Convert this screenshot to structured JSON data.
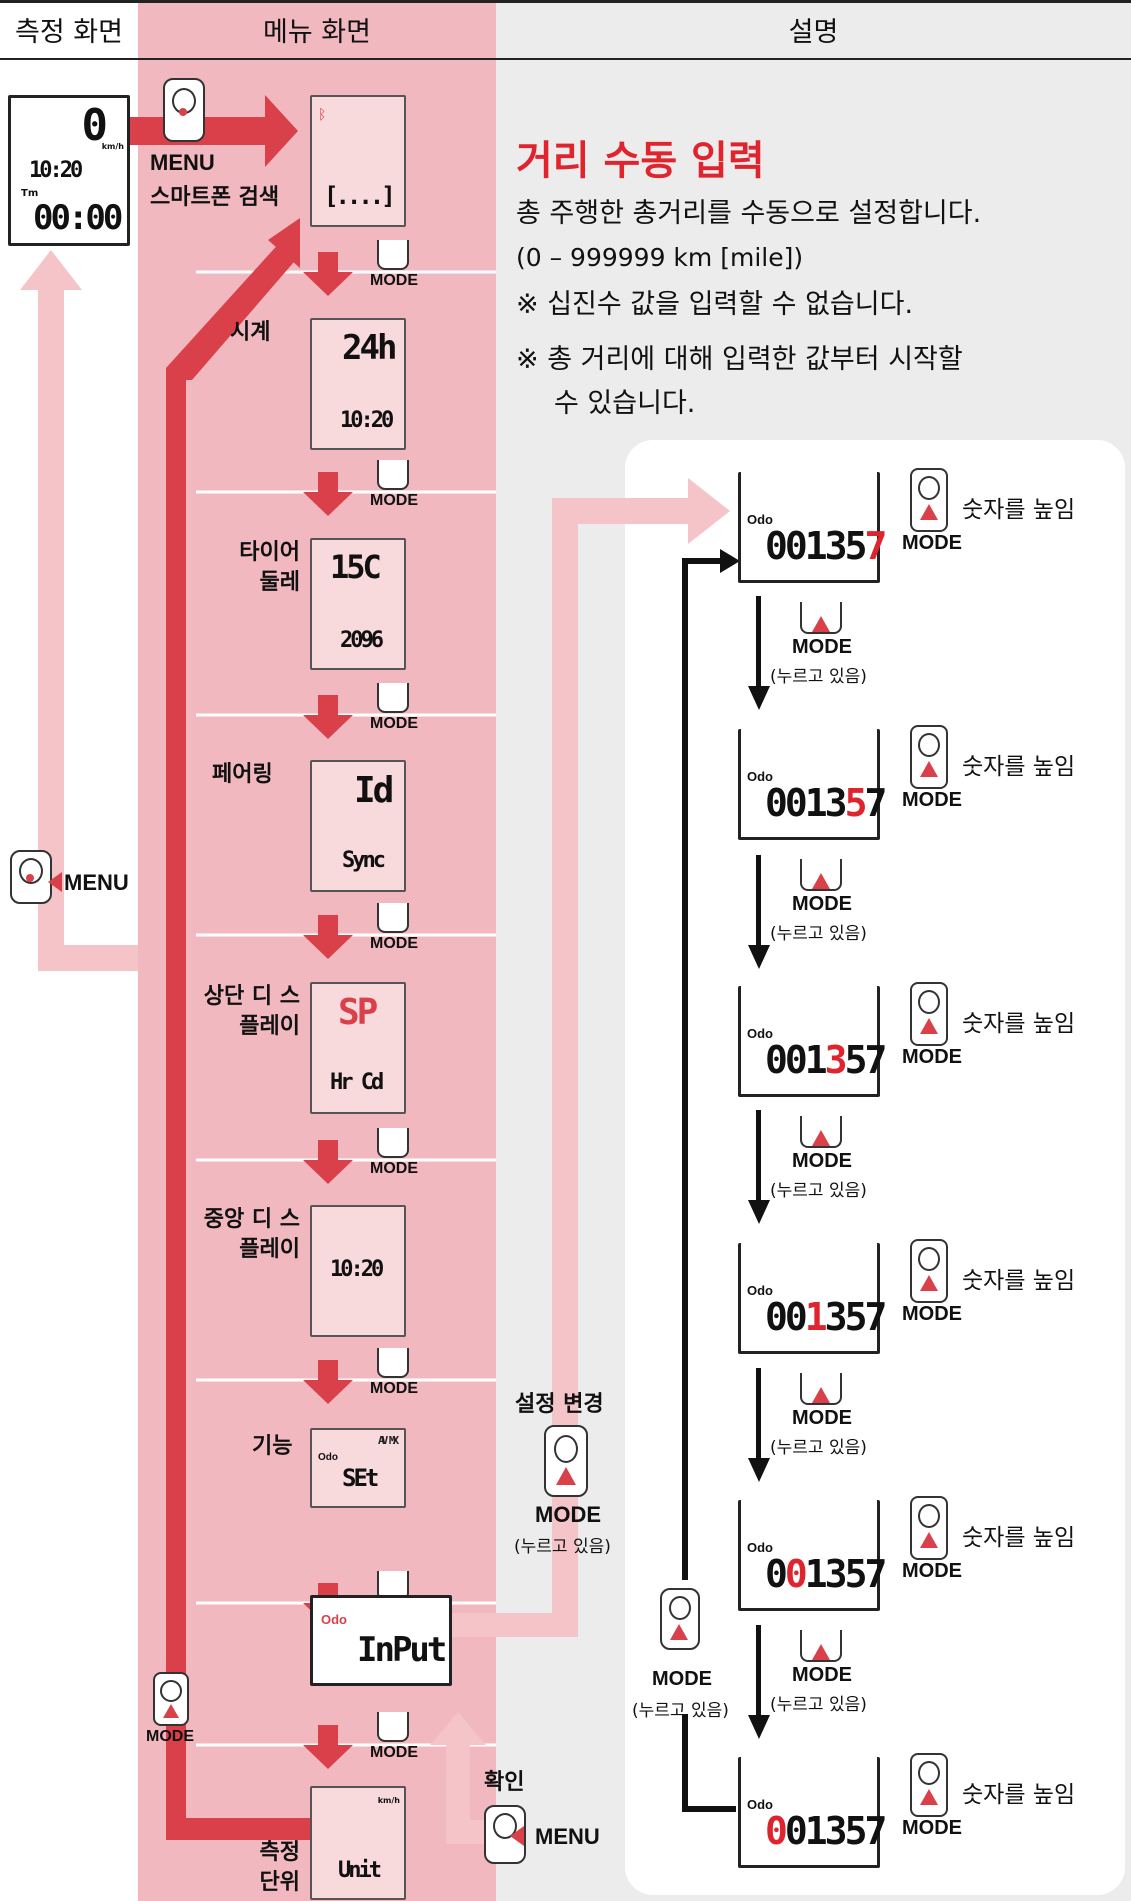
{
  "header": {
    "col1": "측정 화면",
    "col2": "메뉴 화면",
    "col3": "설명"
  },
  "measure_screen": {
    "speed": "0",
    "speed_unit": "km/h",
    "clock": "10:20",
    "tm_label": "Tm",
    "tm_value": "00:00"
  },
  "menu_items": [
    {
      "label": "스마트폰 검색",
      "display": "[....]"
    },
    {
      "label": "시계",
      "display_top": "24h",
      "display_bottom": "10:20"
    },
    {
      "label": "타이어 둘레",
      "display_top": "15C",
      "display_bottom": "2096"
    },
    {
      "label": "페어링",
      "display_top": "Id",
      "display_bottom": "Sync"
    },
    {
      "label": "상단 디 스플레이",
      "display_top": "SP",
      "display_bottom": "Hr Cd"
    },
    {
      "label": "중앙 디 스플레이",
      "display": "10:20"
    },
    {
      "label": "기능",
      "display_top": "AV MX",
      "display_bottom": "SEt"
    },
    {
      "label": "",
      "display": "InPut"
    },
    {
      "label": "측정 단위",
      "display": "Unit"
    }
  ],
  "buttons": {
    "menu": "MENU",
    "mode": "MODE",
    "hold": "(누르고 있음)"
  },
  "labels": {
    "settings_change": "설정 변경",
    "confirm": "확인",
    "smartphone_search": "스마트폰 검색",
    "odo": "Odo"
  },
  "explanation": {
    "title": "거리 수동 입력",
    "line1": "총 주행한  총거리를 수동으로 설정합니다.",
    "line2": "(0 – 999999 km [mile])",
    "note1": "※ 십진수 값을 입력할 수 없습니다.",
    "note2": "※ 총 거리에 대해 입력한 값부터 시작할",
    "note2b": "수 있습니다."
  },
  "odo_steps": [
    {
      "value": "001357",
      "action": "숫자를 높임",
      "highlight_index": 5
    },
    {
      "value": "001357",
      "action": "숫자를 높임",
      "highlight_index": 4
    },
    {
      "value": "001357",
      "action": "숫자를 높임",
      "highlight_index": 3
    },
    {
      "value": "001357",
      "action": "숫자를 높임",
      "highlight_index": 2
    },
    {
      "value": "001357",
      "action": "숫자를 높임",
      "highlight_index": 1
    },
    {
      "value": "001357",
      "action": "숫자를 높임",
      "highlight_index": 0
    }
  ],
  "colors": {
    "menu_bg": "#f1b8bf",
    "panel_bg": "#ececec",
    "arrow_red": "#d9404a",
    "arrow_light": "#f4c4c9",
    "title_red": "#e0242e"
  }
}
